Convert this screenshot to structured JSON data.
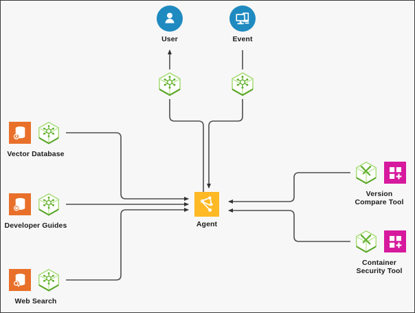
{
  "diagram": {
    "title": "Agent architecture diagram",
    "background_color": "#f7f7f7",
    "border_color": "#3a3a3a",
    "line_color": "#4d4d4d",
    "colors": {
      "blue": "#1f8ac0",
      "green": "#7ac143",
      "orange": "#e8702a",
      "magenta": "#d6199d",
      "amber": "#ffb925"
    }
  },
  "nodes": {
    "user": {
      "label": "User",
      "icon": "user-avatar-icon",
      "color": "#1f8ac0"
    },
    "event": {
      "label": "Event",
      "icon": "monitor-event-icon",
      "color": "#1f8ac0"
    },
    "user_connector": {
      "label": "",
      "icon": "green-cube-network-icon",
      "color": "#7ac143"
    },
    "event_connector": {
      "label": "",
      "icon": "green-cube-network-icon",
      "color": "#7ac143"
    },
    "vector_database": {
      "label": "Vector Database",
      "icon": "database-icon",
      "color": "#e8702a"
    },
    "developer_guides": {
      "label": "Developer Guides",
      "icon": "database-icon",
      "color": "#e8702a"
    },
    "web_search": {
      "label": "Web Search",
      "icon": "database-search-icon",
      "color": "#e8702a"
    },
    "agent": {
      "label": "Agent",
      "icon": "agent-graph-icon",
      "color": "#ffb925"
    },
    "version_compare_tool": {
      "label": "Version\nCompare Tool",
      "icon": "tools-icon",
      "color": "#d6199d"
    },
    "container_security_tool": {
      "label": "Container\nSecurity Tool",
      "icon": "tools-icon",
      "color": "#d6199d"
    }
  },
  "edges": [
    {
      "from": "user",
      "to": "user_connector",
      "arrow": "up"
    },
    {
      "from": "event_connector",
      "to": "event",
      "arrow": "none"
    },
    {
      "from": "user_connector",
      "to": "agent",
      "arrow": "none"
    },
    {
      "from": "event_connector",
      "to": "agent",
      "arrow": "down"
    },
    {
      "from": "vector_database",
      "to": "agent",
      "arrow": "right"
    },
    {
      "from": "developer_guides",
      "to": "agent",
      "arrow": "right"
    },
    {
      "from": "web_search",
      "to": "agent",
      "arrow": "right"
    },
    {
      "from": "version_compare_tool",
      "to": "agent",
      "arrow": "left"
    },
    {
      "from": "container_security_tool",
      "to": "agent",
      "arrow": "left"
    }
  ]
}
